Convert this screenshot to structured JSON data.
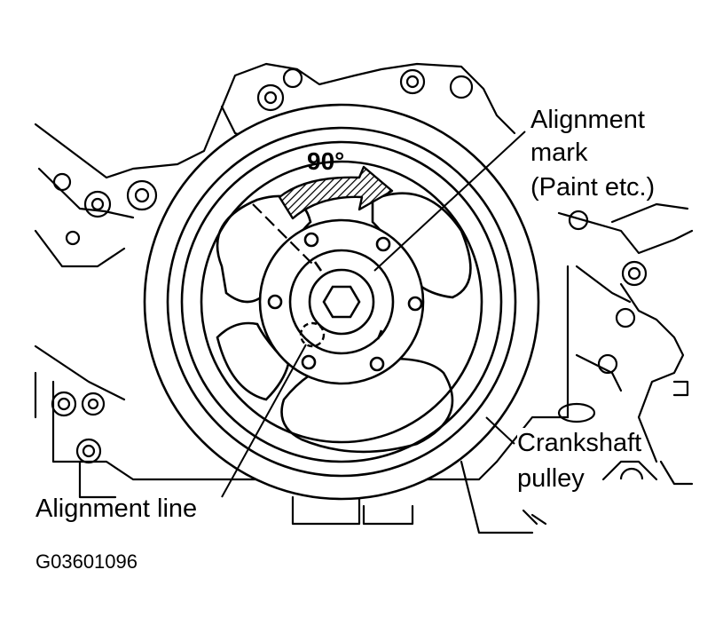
{
  "figure": {
    "angle_label": "90°",
    "alignment_mark_label": [
      "Alignment",
      "mark",
      "(Paint etc.)"
    ],
    "alignment_line_label": "Alignment line",
    "crankshaft_label": [
      "Crankshaft",
      "pulley"
    ],
    "figure_code": "G03601096"
  },
  "colors": {
    "ink": "#000000",
    "paper": "#ffffff"
  }
}
